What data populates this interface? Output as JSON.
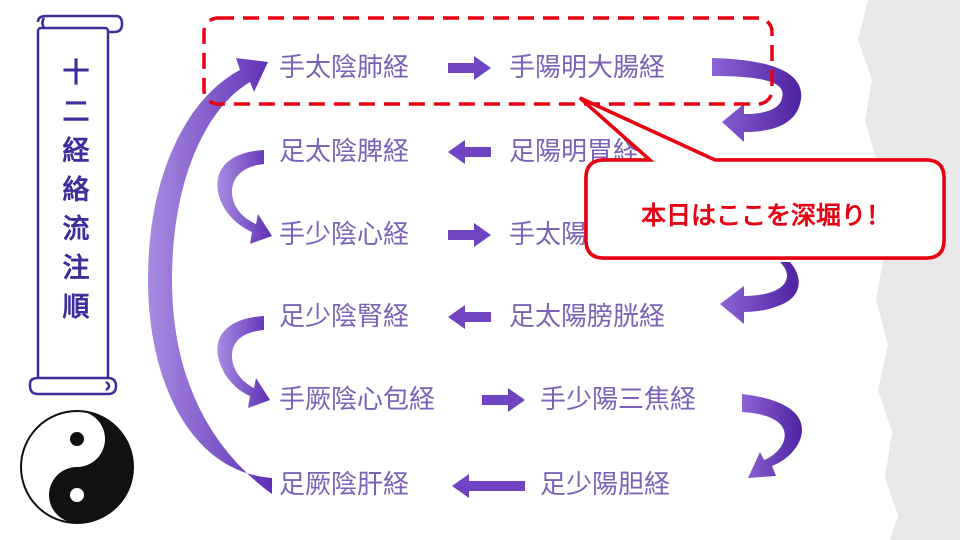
{
  "scroll": {
    "title_chars": [
      "十",
      "二",
      "経",
      "絡",
      "流",
      "注",
      "順"
    ]
  },
  "meridians": {
    "lung": "手太陰肺経",
    "large_intestine": "手陽明大腸経",
    "spleen": "足太陰脾経",
    "stomach": "足陽明胃経",
    "heart": "手少陰心経",
    "small_intestine": "手太陽小腸経",
    "kidney": "足少陰腎経",
    "bladder": "足太陽膀胱経",
    "pericardium": "手厥陰心包経",
    "triple_burner": "手少陽三焦経",
    "liver": "足厥陰肝経",
    "gallbladder": "足少陽胆経"
  },
  "callout": {
    "text": "本日はここを深堀り！"
  },
  "colors": {
    "meridian_text": "#7b62b6",
    "arrow": "#7043c2",
    "arrow_light": "#a98be0",
    "scroll_border": "#3f2d9a",
    "highlight_red": "#e60012",
    "torn_paper": "#e8e8e8"
  },
  "icons": {
    "yin_yang": "yin-yang-icon",
    "scroll": "scroll-icon"
  }
}
